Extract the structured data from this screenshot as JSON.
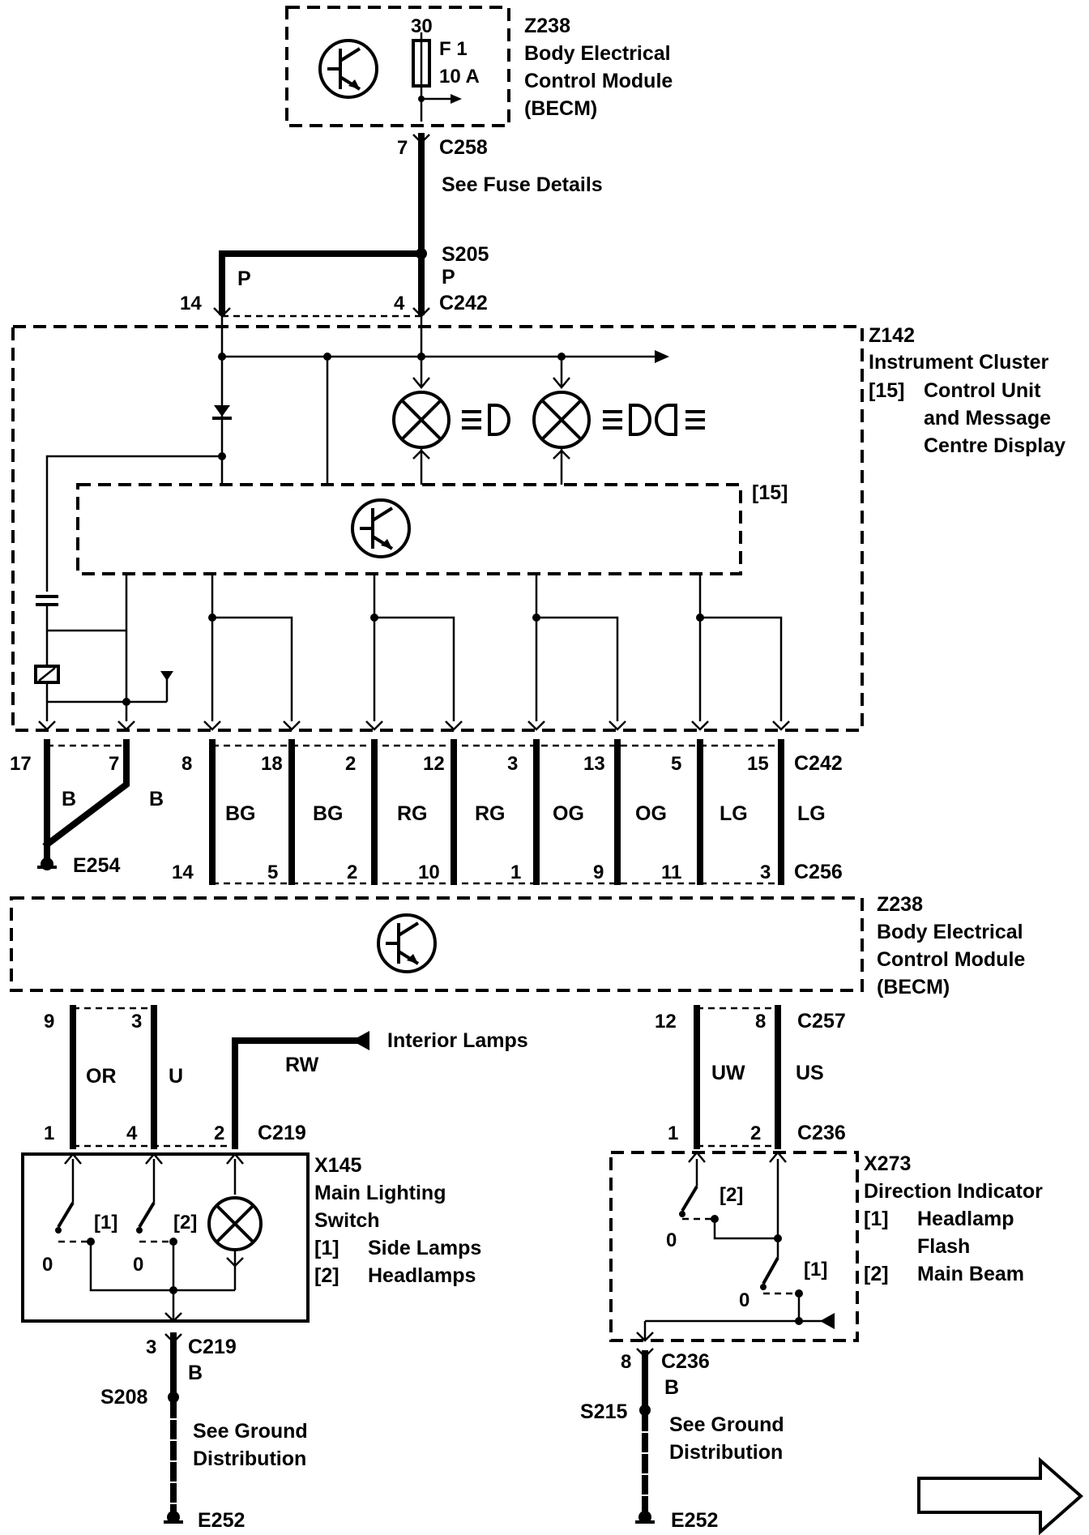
{
  "becm_top": {
    "ref": "Z238",
    "name_lines": [
      "Body Electrical",
      "Control Module",
      "(BECM)"
    ],
    "fuse_pin": "30",
    "fuse_name": "F 1",
    "fuse_rating": "10 A"
  },
  "c258": {
    "pin": "7",
    "connector": "C258",
    "note": "See Fuse Details"
  },
  "splice_s205": {
    "ref": "S205",
    "wire": "P"
  },
  "c242_top": {
    "connector": "C242",
    "pin_left": "14",
    "pin_right": "4",
    "wire_left": "P"
  },
  "cluster": {
    "ref": "Z142",
    "name_lines": [
      "Instrument Cluster",
      "Control Unit",
      "and Message",
      "Centre Display"
    ],
    "sub_tag": "[15]",
    "inner_tag": "[15]"
  },
  "c242_bottom": {
    "connector": "C242",
    "pins": [
      "17",
      "7",
      "8",
      "18",
      "2",
      "12",
      "3",
      "13",
      "5",
      "15"
    ],
    "wires": [
      "B",
      "B",
      "BG",
      "BG",
      "RG",
      "RG",
      "OG",
      "OG",
      "LG",
      "LG"
    ]
  },
  "ground_e254": {
    "ref": "E254"
  },
  "c256": {
    "connector": "C256",
    "pins": [
      "14",
      "5",
      "2",
      "10",
      "1",
      "9",
      "11",
      "3"
    ]
  },
  "becm_mid": {
    "ref": "Z238",
    "name_lines": [
      "Body Electrical",
      "Control Module",
      "(BECM)"
    ]
  },
  "c257": {
    "connector": "C257",
    "pins": [
      "9",
      "3",
      "12",
      "8"
    ],
    "wires": [
      "OR",
      "U",
      "UW",
      "US"
    ]
  },
  "interior": {
    "label": "Interior Lamps",
    "wire": "RW"
  },
  "c219": {
    "connector": "C219",
    "pins": [
      "1",
      "4",
      "2"
    ]
  },
  "switch_x145": {
    "ref": "X145",
    "name_lines": [
      "Main Lighting",
      "Switch"
    ],
    "legend": [
      {
        "tag": "[1]",
        "text": "Side Lamps"
      },
      {
        "tag": "[2]",
        "text": "Headlamps"
      }
    ],
    "tag1": "[1]",
    "tag2": "[2]",
    "zero": "0"
  },
  "c236": {
    "connector": "C236",
    "pins": [
      "1",
      "2"
    ]
  },
  "switch_x273": {
    "ref": "X273",
    "name_lines": [
      "Direction Indicator"
    ],
    "legend": [
      {
        "tag": "[1]",
        "text": "Headlamp",
        "text2": "Flash"
      },
      {
        "tag": "[2]",
        "text": "Main Beam"
      }
    ],
    "tag1": "[1]",
    "tag2": "[2]",
    "zero": "0"
  },
  "ground_left": {
    "pin": "3",
    "connector": "C219",
    "wire": "B",
    "splice": "S208",
    "note_lines": [
      "See Ground",
      "Distribution"
    ],
    "ground": "E252"
  },
  "ground_right": {
    "pin": "8",
    "connector": "C236",
    "wire": "B",
    "splice": "S215",
    "note_lines": [
      "See Ground",
      "Distribution"
    ],
    "ground": "E252"
  },
  "icons": [
    "transistor-icon",
    "fuse-icon",
    "lamp-icon",
    "diode-icon",
    "capacitor-icon",
    "relay-coil-icon",
    "ground-icon",
    "headlamp-symbol-icon",
    "next-page-arrow-icon"
  ]
}
